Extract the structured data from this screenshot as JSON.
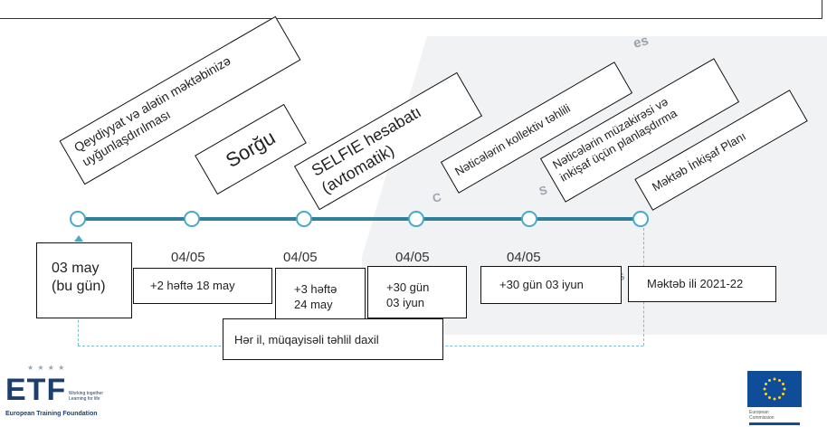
{
  "timeline": {
    "steps": [
      {
        "line1": "Qeydiyyat və alətin məktəbinizə",
        "line2": "uyğunlaşdırılması"
      },
      {
        "label": "Sorğu"
      },
      {
        "line1": "SELFIE hesabatı",
        "line2": "(avtomatik)"
      },
      {
        "label": "Nəticələrin kollektiv təhlili"
      },
      {
        "line1": "Nəticələrin müzakirəsi və",
        "line2": "inkişaf üçün planlaşdırma"
      },
      {
        "label": "Məktəb İnkişaf Planı"
      }
    ],
    "dates": [
      "04/05",
      "04/05",
      "04/05",
      "04/05"
    ],
    "boxes": [
      {
        "line1": "03 may",
        "line2": "(bu gün)"
      },
      {
        "line1": "+2 həftə 18 may"
      },
      {
        "line1": "+3 həftə",
        "line2": "24 may"
      },
      {
        "line1": "+30 gün",
        "line2": "03 iyun"
      },
      {
        "line1": "+30 gün 03 iyun"
      },
      {
        "line1": "Məktəb ili 2021-22"
      }
    ],
    "footer_box": "Hər il, müqayisəli təhlil daxil"
  },
  "background_fragments": [
    "es",
    "S",
    "C",
    "s",
    "S"
  ],
  "logos": {
    "etf": {
      "letters": "ETF",
      "tagline_1": "Working together",
      "tagline_2": "Learning for life",
      "name": "European Training Foundation"
    },
    "ec": {
      "label_1": "European",
      "label_2": "Commission"
    }
  },
  "colors": {
    "timeline": "#2f7f9b",
    "node": "#4aa8c9",
    "dashed": "#7bbcd5",
    "etf_blue": "#1d3f6e",
    "eu_blue": "#0f4c9a"
  }
}
